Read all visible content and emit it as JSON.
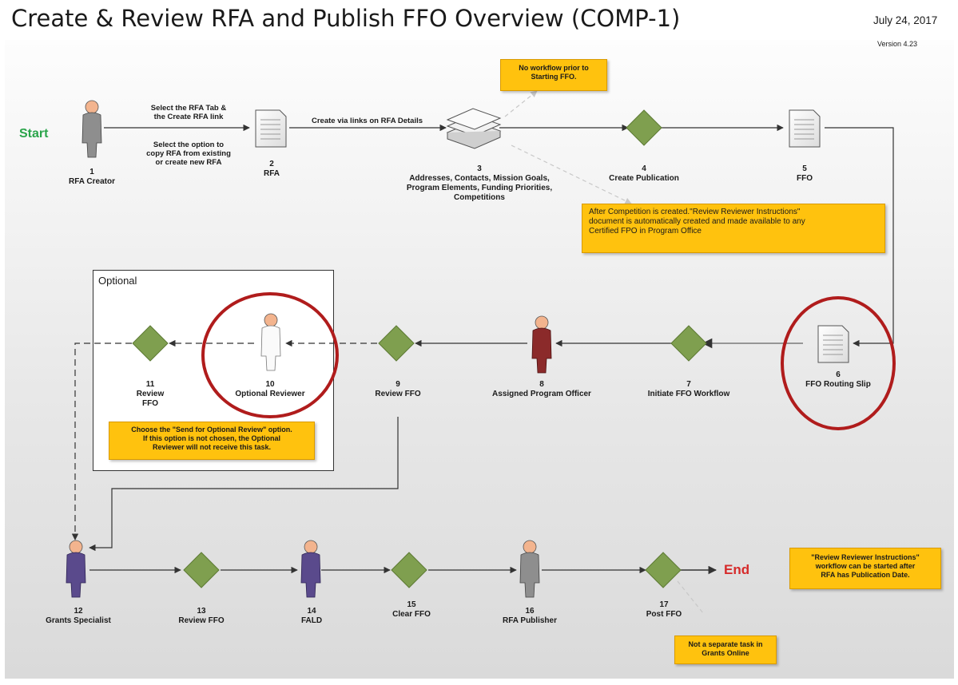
{
  "header": {
    "title": "Create & Review RFA and Publish FFO Overview (COMP-1)",
    "date": "July 24, 2017",
    "version": "Version 4.23"
  },
  "flow": {
    "start": "Start",
    "end": "End",
    "optional_label": "Optional"
  },
  "nodes": [
    {
      "num": "1",
      "label": "RFA Creator",
      "icon": "person-gray"
    },
    {
      "num": "2",
      "label": "RFA",
      "icon": "document"
    },
    {
      "num": "3",
      "label": "Addresses, Contacts, Mission Goals,\nProgram Elements, Funding Priorities,\nCompetitions",
      "icon": "document-stack"
    },
    {
      "num": "4",
      "label": "Create Publication",
      "icon": "diamond"
    },
    {
      "num": "5",
      "label": "FFO",
      "icon": "document"
    },
    {
      "num": "6",
      "label": "FFO Routing Slip",
      "icon": "document"
    },
    {
      "num": "7",
      "label": "Initiate FFO Workflow",
      "icon": "diamond"
    },
    {
      "num": "8",
      "label": "Assigned Program Officer",
      "icon": "person-red"
    },
    {
      "num": "9",
      "label": "Review FFO",
      "icon": "diamond"
    },
    {
      "num": "10",
      "label": "Optional Reviewer",
      "icon": "person-white"
    },
    {
      "num": "11",
      "label": "Review\nFFO",
      "icon": "diamond"
    },
    {
      "num": "12",
      "label": "Grants Specialist",
      "icon": "person-purple"
    },
    {
      "num": "13",
      "label": "Review FFO",
      "icon": "diamond"
    },
    {
      "num": "14",
      "label": "FALD",
      "icon": "person-purple"
    },
    {
      "num": "15",
      "label": "Clear FFO",
      "icon": "diamond"
    },
    {
      "num": "16",
      "label": "RFA Publisher",
      "icon": "person-gray"
    },
    {
      "num": "17",
      "label": "Post FFO",
      "icon": "diamond"
    }
  ],
  "edge_notes": {
    "select_tab": "Select the RFA Tab &\nthe Create RFA link",
    "select_option": "Select the option to\ncopy RFA from existing\nor create new RFA",
    "create_via_links": "Create via links on RFA Details"
  },
  "callouts": {
    "no_workflow": "No workflow prior to\nStarting FFO.",
    "after_competition": "After Competition is created.\"Review Reviewer Instructions\"\ndocument is automatically created and made available to any\nCertified FPO in Program Office",
    "send_optional": "Choose the \"Send for Optional Review\" option.\nIf this option is not chosen, the Optional\nReviewer will not receive this task.",
    "review_instructions": "\"Review Reviewer Instructions\"\nworkflow can be started after\nRFA has Publication Date.",
    "not_separate": "Not a separate task in\nGrants Online"
  },
  "colors": {
    "diamond": "#7f9f4f",
    "highlight_circle": "#b01c1c",
    "callout": "#ffc20e",
    "start": "#2aa44a",
    "end": "#d62b2b"
  }
}
